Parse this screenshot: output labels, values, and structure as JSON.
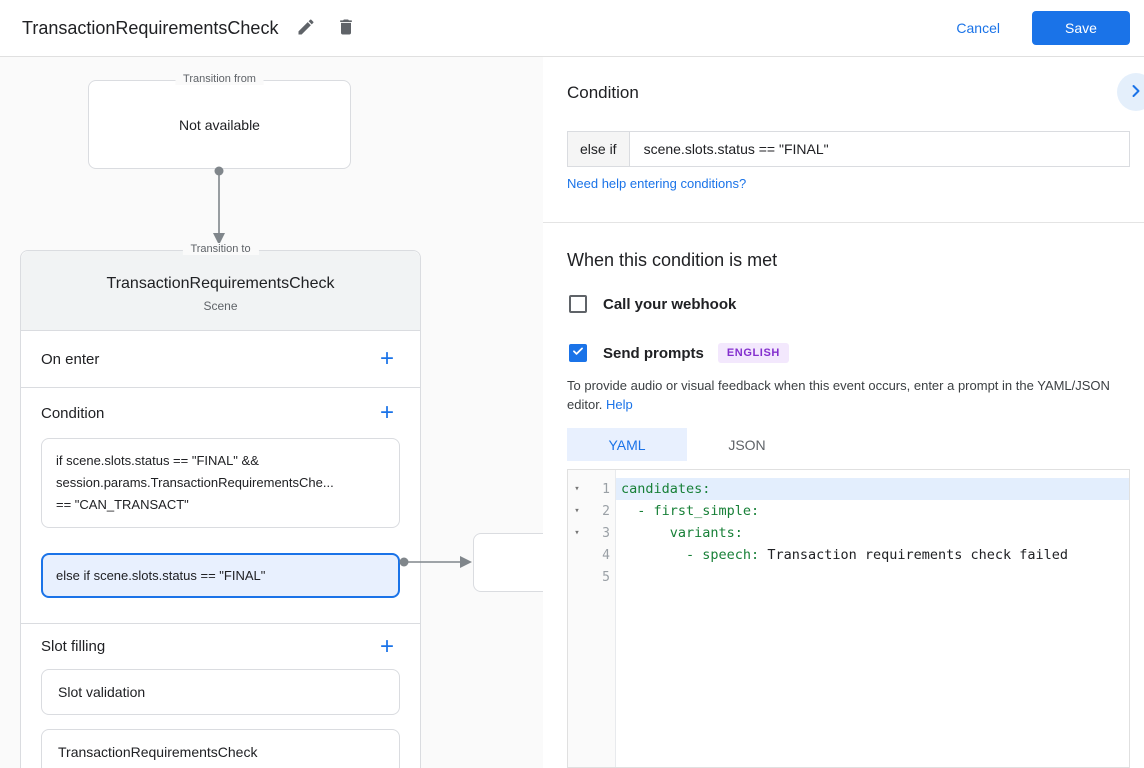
{
  "colors": {
    "accent": "#1a73e8",
    "selected_bg": "#e8f0fe",
    "badge_bg": "#f3e8fd",
    "badge_text": "#8430ce",
    "yaml_key": "#188038",
    "icon_gray": "#5f6368"
  },
  "topbar": {
    "title": "TransactionRequirementsCheck",
    "cancel_label": "Cancel",
    "save_label": "Save"
  },
  "flow": {
    "transition_from": {
      "legend": "Transition from",
      "value": "Not available"
    },
    "scene_card": {
      "legend": "Transition to",
      "title": "TransactionRequirementsCheck",
      "subtitle": "Scene",
      "on_enter": {
        "label": "On enter",
        "add_label": "+"
      },
      "condition": {
        "label": "Condition",
        "add_label": "+",
        "items": [
          {
            "lines": [
              "if scene.slots.status == \"FINAL\" &&",
              "session.params.TransactionRequirementsChe...",
              "== \"CAN_TRANSACT\""
            ],
            "selected": false
          },
          {
            "lines": [
              "else if scene.slots.status == \"FINAL\""
            ],
            "selected": true
          }
        ]
      },
      "slot_filling": {
        "label": "Slot filling",
        "add_label": "+",
        "items": [
          "Slot validation",
          "TransactionRequirementsCheck"
        ]
      }
    }
  },
  "panel": {
    "title": "Condition",
    "condition_input": {
      "prefix": "else if",
      "value": "scene.slots.status == \"FINAL\""
    },
    "help_link": "Need help entering conditions?",
    "met_title": "When this condition is met",
    "webhook_checkbox": {
      "label": "Call your webhook",
      "checked": false
    },
    "prompts_checkbox": {
      "label": "Send prompts",
      "checked": true,
      "badge": "ENGLISH"
    },
    "description": "To provide audio or visual feedback when this event occurs, enter a prompt in the YAML/JSON editor.",
    "description_link": "Help",
    "tabs": [
      {
        "label": "YAML",
        "active": true
      },
      {
        "label": "JSON",
        "active": false
      }
    ],
    "editor": {
      "lines": [
        {
          "number": "1",
          "fold": true,
          "active": true,
          "segments": [
            {
              "type": "key",
              "text": "candidates:"
            }
          ]
        },
        {
          "number": "2",
          "fold": true,
          "active": false,
          "segments": [
            {
              "type": "plain",
              "text": "  "
            },
            {
              "type": "key",
              "text": "- first_simple:"
            }
          ]
        },
        {
          "number": "3",
          "fold": true,
          "active": false,
          "segments": [
            {
              "type": "plain",
              "text": "      "
            },
            {
              "type": "key",
              "text": "variants:"
            }
          ]
        },
        {
          "number": "4",
          "fold": false,
          "active": false,
          "segments": [
            {
              "type": "plain",
              "text": "        "
            },
            {
              "type": "key",
              "text": "- speech:"
            },
            {
              "type": "plain",
              "text": " Transaction requirements check failed"
            }
          ]
        },
        {
          "number": "5",
          "fold": false,
          "active": false,
          "segments": []
        }
      ]
    }
  }
}
